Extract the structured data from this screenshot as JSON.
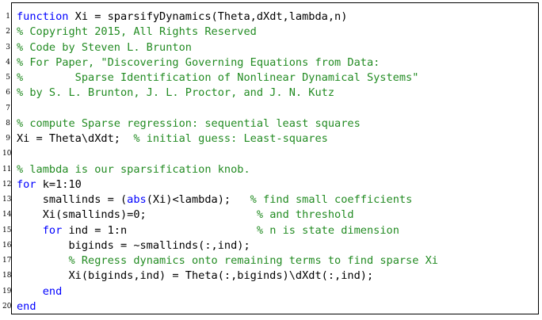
{
  "colors": {
    "keyword": "#0000ff",
    "comment": "#228b22",
    "text": "#000000",
    "line_number": "#000000",
    "border": "#000000",
    "background": "#ffffff"
  },
  "code_lines": [
    {
      "number": "1",
      "segments": [
        {
          "text": "function",
          "kind": "keyword"
        },
        {
          "text": " Xi = sparsifyDynamics(Theta,dXdt,lambda,n)",
          "kind": "text"
        }
      ]
    },
    {
      "number": "2",
      "segments": [
        {
          "text": "% Copyright 2015, All Rights Reserved",
          "kind": "comment"
        }
      ]
    },
    {
      "number": "3",
      "segments": [
        {
          "text": "% Code by Steven L. Brunton",
          "kind": "comment"
        }
      ]
    },
    {
      "number": "4",
      "segments": [
        {
          "text": "% For Paper, \"Discovering Governing Equations from Data:",
          "kind": "comment"
        }
      ]
    },
    {
      "number": "5",
      "segments": [
        {
          "text": "%        Sparse Identification of Nonlinear Dynamical Systems\"",
          "kind": "comment"
        }
      ]
    },
    {
      "number": "6",
      "segments": [
        {
          "text": "% by S. L. Brunton, J. L. Proctor, and J. N. Kutz",
          "kind": "comment"
        }
      ]
    },
    {
      "number": "7",
      "segments": []
    },
    {
      "number": "8",
      "segments": [
        {
          "text": "% compute Sparse regression: sequential least squares",
          "kind": "comment"
        }
      ]
    },
    {
      "number": "9",
      "segments": [
        {
          "text": "Xi = Theta\\dXdt;  ",
          "kind": "text"
        },
        {
          "text": "% initial guess: Least-squares",
          "kind": "comment"
        }
      ]
    },
    {
      "number": "10",
      "segments": []
    },
    {
      "number": "11",
      "segments": [
        {
          "text": "% lambda is our sparsification knob.",
          "kind": "comment"
        }
      ]
    },
    {
      "number": "12",
      "segments": [
        {
          "text": "for",
          "kind": "keyword"
        },
        {
          "text": " k=1:10",
          "kind": "text"
        }
      ]
    },
    {
      "number": "13",
      "segments": [
        {
          "text": "    smallinds = (",
          "kind": "text"
        },
        {
          "text": "abs",
          "kind": "keyword"
        },
        {
          "text": "(Xi)<lambda);   ",
          "kind": "text"
        },
        {
          "text": "% find small coefficients",
          "kind": "comment"
        }
      ]
    },
    {
      "number": "14",
      "segments": [
        {
          "text": "    Xi(smallinds)=0;                 ",
          "kind": "text"
        },
        {
          "text": "% and threshold",
          "kind": "comment"
        }
      ]
    },
    {
      "number": "15",
      "segments": [
        {
          "text": "    ",
          "kind": "text"
        },
        {
          "text": "for",
          "kind": "keyword"
        },
        {
          "text": " ind = 1:n                    ",
          "kind": "text"
        },
        {
          "text": "% n is state dimension",
          "kind": "comment"
        }
      ]
    },
    {
      "number": "16",
      "segments": [
        {
          "text": "        biginds = ~smallinds(:,ind);",
          "kind": "text"
        }
      ]
    },
    {
      "number": "17",
      "segments": [
        {
          "text": "        ",
          "kind": "text"
        },
        {
          "text": "% Regress dynamics onto remaining terms to find sparse Xi",
          "kind": "comment"
        }
      ]
    },
    {
      "number": "18",
      "segments": [
        {
          "text": "        Xi(biginds,ind) = Theta(:,biginds)\\dXdt(:,ind);",
          "kind": "text"
        }
      ]
    },
    {
      "number": "19",
      "segments": [
        {
          "text": "    ",
          "kind": "text"
        },
        {
          "text": "end",
          "kind": "keyword"
        }
      ]
    },
    {
      "number": "20",
      "segments": [
        {
          "text": "end",
          "kind": "keyword"
        }
      ]
    }
  ]
}
